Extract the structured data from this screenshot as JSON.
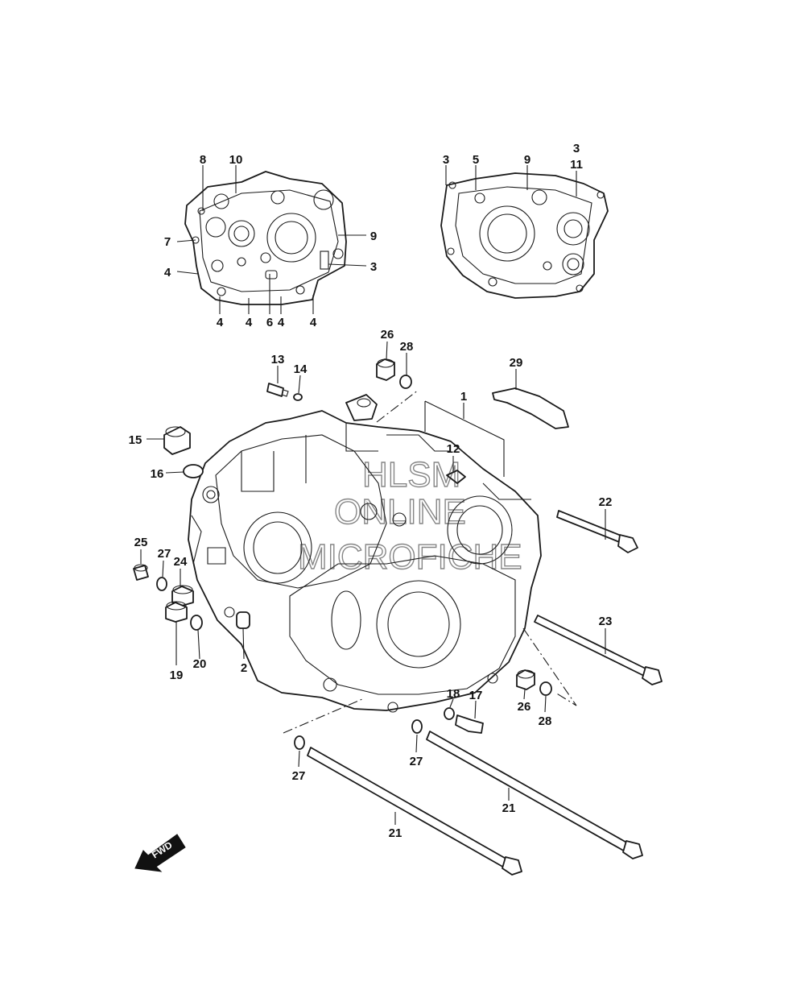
{
  "watermark": {
    "line1": "HLSM",
    "line2": "ONLINE",
    "line3": "MICROFICHE"
  },
  "fwd_label": "FWD",
  "callouts": [
    {
      "id": "c8",
      "text": "8"
    },
    {
      "id": "c10",
      "text": "10"
    },
    {
      "id": "c7",
      "text": "7"
    },
    {
      "id": "c9a",
      "text": "9"
    },
    {
      "id": "c4a",
      "text": "4"
    },
    {
      "id": "c3a",
      "text": "3"
    },
    {
      "id": "c4b",
      "text": "4"
    },
    {
      "id": "c4c",
      "text": "4"
    },
    {
      "id": "c6",
      "text": "6"
    },
    {
      "id": "c4d",
      "text": "4"
    },
    {
      "id": "c4e",
      "text": "4"
    },
    {
      "id": "c3b",
      "text": "3"
    },
    {
      "id": "c5",
      "text": "5"
    },
    {
      "id": "c9b",
      "text": "9"
    },
    {
      "id": "c3c",
      "text": "3"
    },
    {
      "id": "c11",
      "text": "11"
    },
    {
      "id": "c26a",
      "text": "26"
    },
    {
      "id": "c28a",
      "text": "28"
    },
    {
      "id": "c13",
      "text": "13"
    },
    {
      "id": "c14",
      "text": "14"
    },
    {
      "id": "c1",
      "text": "1"
    },
    {
      "id": "c29",
      "text": "29"
    },
    {
      "id": "c15",
      "text": "15"
    },
    {
      "id": "c12",
      "text": "12"
    },
    {
      "id": "c16",
      "text": "16"
    },
    {
      "id": "c22",
      "text": "22"
    },
    {
      "id": "c25",
      "text": "25"
    },
    {
      "id": "c27a",
      "text": "27"
    },
    {
      "id": "c24",
      "text": "24"
    },
    {
      "id": "c23",
      "text": "23"
    },
    {
      "id": "c19",
      "text": "19"
    },
    {
      "id": "c20",
      "text": "20"
    },
    {
      "id": "c2",
      "text": "2"
    },
    {
      "id": "c18",
      "text": "18"
    },
    {
      "id": "c17",
      "text": "17"
    },
    {
      "id": "c26b",
      "text": "26"
    },
    {
      "id": "c28b",
      "text": "28"
    },
    {
      "id": "c27b",
      "text": "27"
    },
    {
      "id": "c27c",
      "text": "27"
    },
    {
      "id": "c21a",
      "text": "21"
    },
    {
      "id": "c21b",
      "text": "21"
    }
  ]
}
